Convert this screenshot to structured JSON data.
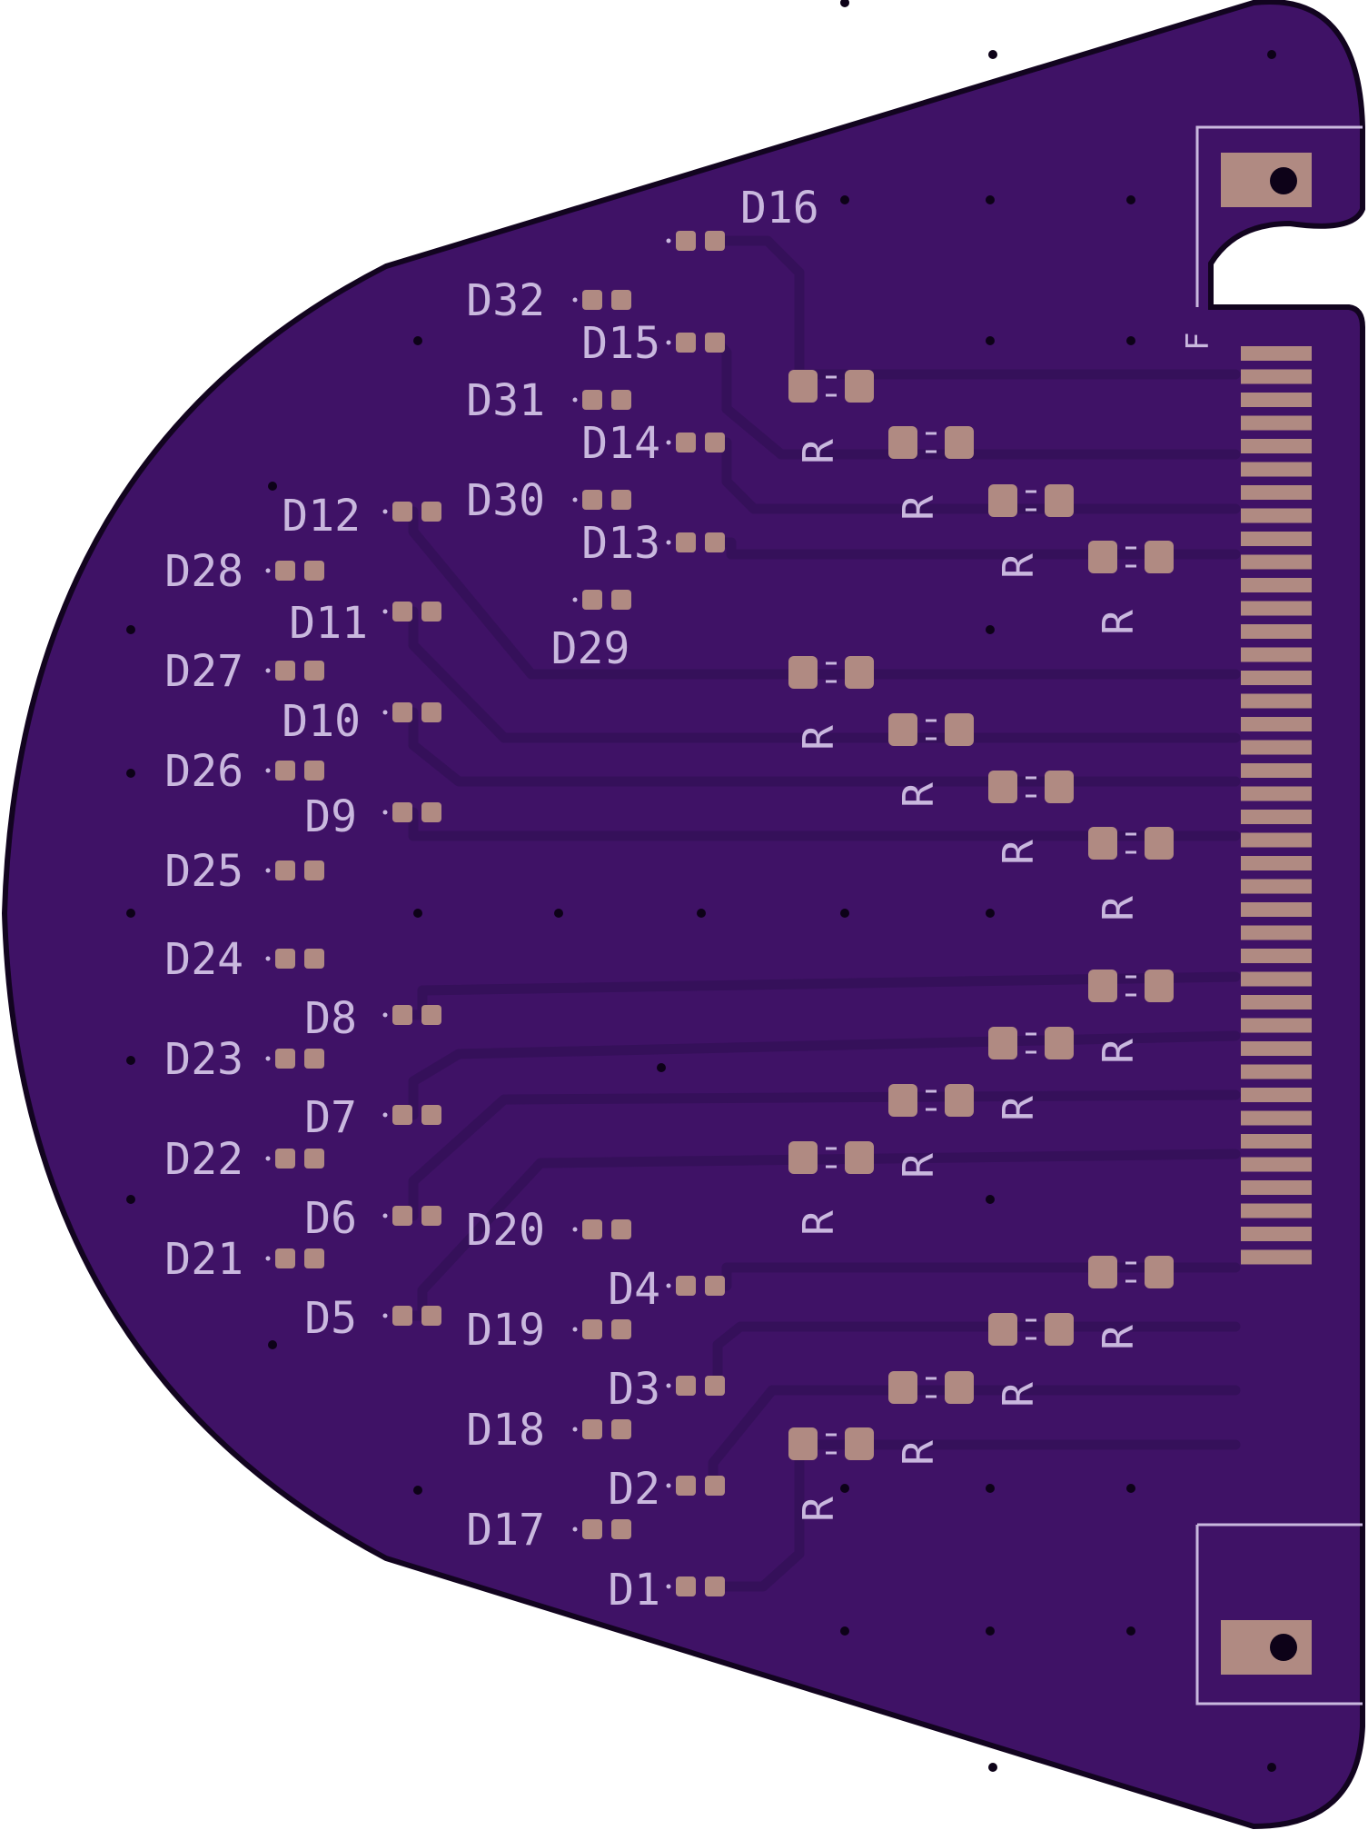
{
  "colors": {
    "background": "#ffffff",
    "substrate": "#3f1266",
    "outline": "#12041f",
    "trace": "#35105a",
    "pad": "#b08a82",
    "silkscreen": "#c9b8de",
    "via": "#0d0218"
  },
  "connector_label": "F",
  "resistor_label": "R",
  "designators": {
    "D1": "D1",
    "D2": "D2",
    "D3": "D3",
    "D4": "D4",
    "D5": "D5",
    "D6": "D6",
    "D7": "D7",
    "D8": "D8",
    "D9": "D9",
    "D10": "D10",
    "D11": "D11",
    "D12": "D12",
    "D13": "D13",
    "D14": "D14",
    "D15": "D15",
    "D16": "D16",
    "D17": "D17",
    "D18": "D18",
    "D19": "D19",
    "D20": "D20",
    "D21": "D21",
    "D22": "D22",
    "D23": "D23",
    "D24": "D24",
    "D25": "D25",
    "D26": "D26",
    "D27": "D27",
    "D28": "D28",
    "D29": "D29",
    "D30": "D30",
    "D31": "D31",
    "D32": "D32"
  }
}
